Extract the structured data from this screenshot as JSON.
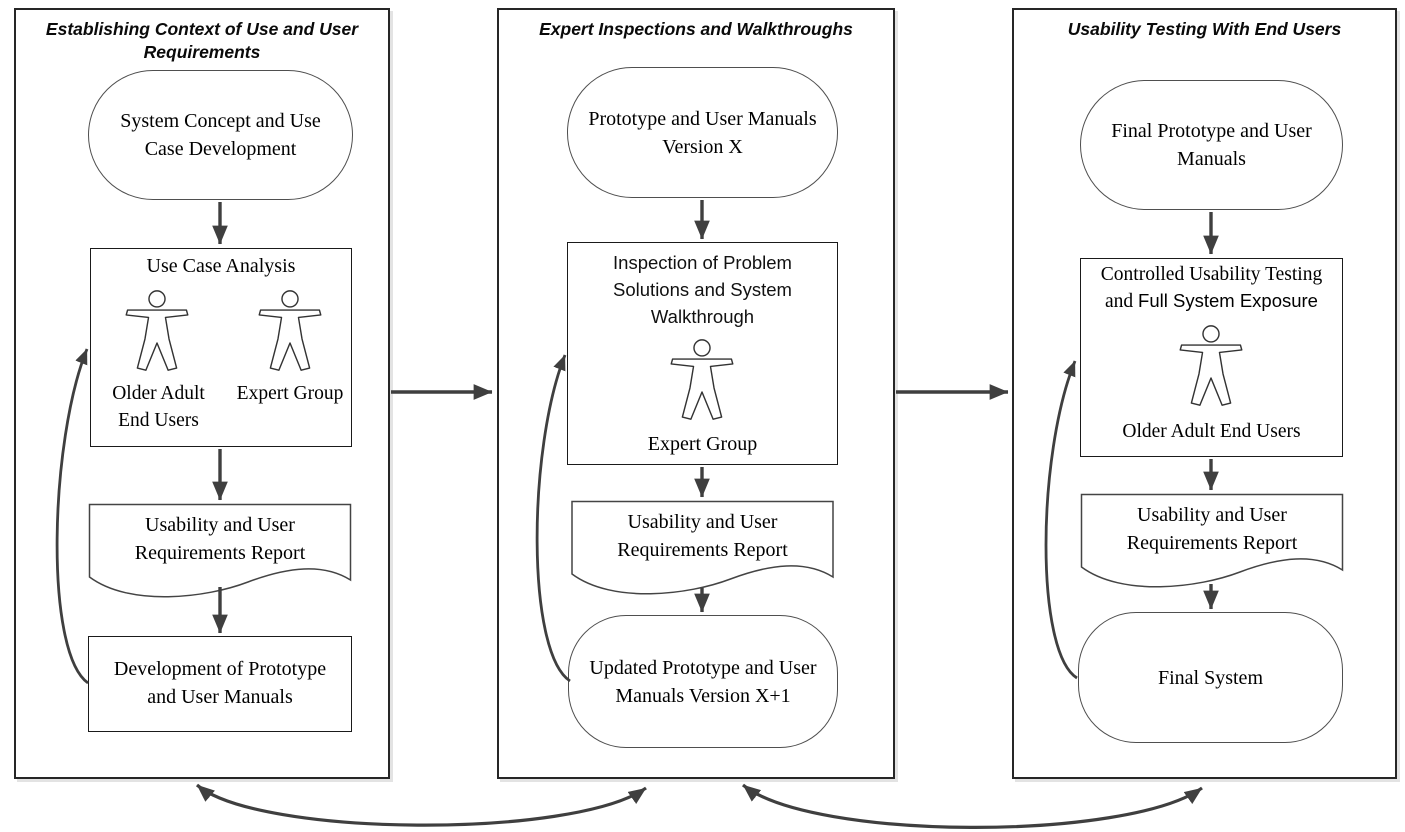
{
  "colors": {
    "arrow": "#3f3f3f",
    "box_border": "#1a1a1a",
    "shape_border": "#4f4f4f",
    "panel_border": "#262626",
    "panel_shadow": "#e3e3e3",
    "text": "#000000"
  },
  "panels": [
    {
      "title_line1": "Establishing Context of Use and User",
      "title_line2": "Requirements",
      "start_line1": "System Concept and Use",
      "start_line2": "Case Development",
      "analysis_title": "Use Case Analysis",
      "actor1_line1": "Older Adult",
      "actor1_line2": "End Users",
      "actor2": "Expert Group",
      "report_line1": "Usability and User",
      "report_line2": "Requirements Report",
      "dev_line1": "Development of Prototype",
      "dev_line2": "and User Manuals"
    },
    {
      "title": "Expert Inspections and Walkthroughs",
      "start_line1": "Prototype and User Manuals",
      "start_line2": "Version X",
      "inspect_line1": "Inspection of Problem",
      "inspect_line2": "Solutions and System",
      "inspect_line3": "Walkthrough",
      "actor": "Expert Group",
      "report_line1": "Usability and User",
      "report_line2": "Requirements Report",
      "updated_line1": "Updated Prototype and User",
      "updated_line2": "Manuals Version X+1"
    },
    {
      "title": "Usability Testing With End Users",
      "start_line1": "Final Prototype and User",
      "start_line2": "Manuals",
      "testing_line1": "Controlled Usability Testing",
      "testing_line2_serif": "and ",
      "testing_line2_sans": "Full System Exposure",
      "actor": "Older Adult End Users",
      "report_line1": "Usability and User",
      "report_line2": "Requirements Report",
      "final": "Final System"
    }
  ]
}
